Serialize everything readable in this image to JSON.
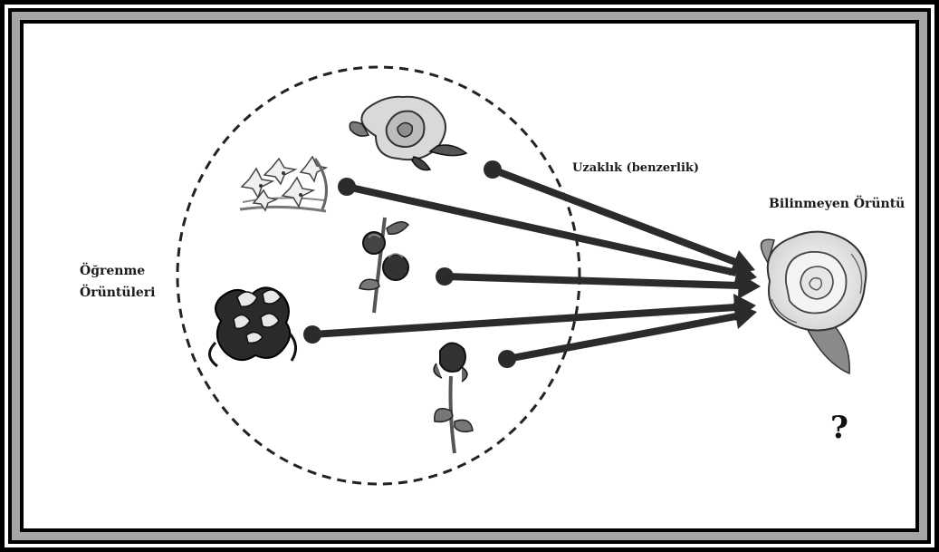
{
  "labels": {
    "learning_line1": "Öğrenme",
    "learning_line2": "Örüntüleri",
    "distance": "Uzaklık (benzerlik)",
    "unknown": "Bilinmeyen Örüntü",
    "question": "?"
  },
  "flowers": {
    "learning": [
      {
        "icon": "rose-icon"
      },
      {
        "icon": "lily-bouquet-icon"
      },
      {
        "icon": "dark-rose-stem-icon"
      },
      {
        "icon": "orchid-cluster-icon"
      },
      {
        "icon": "rosebud-stem-icon"
      }
    ],
    "unknown": {
      "icon": "large-rose-icon"
    }
  },
  "colors": {
    "arrow": "#2b2b2b",
    "dashed_circle": "#222222",
    "frame_outer": "#000000",
    "frame_mid": "#9a9a9a"
  }
}
